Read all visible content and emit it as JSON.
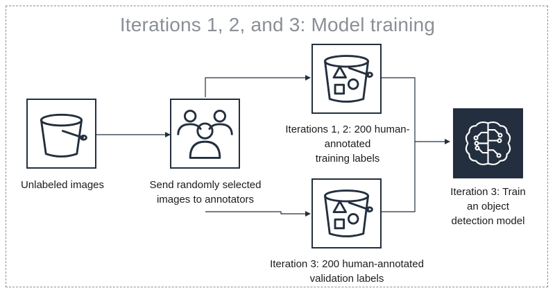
{
  "title": "Iterations 1, 2, and 3: Model training",
  "nodes": {
    "unlabeled": {
      "label": "Unlabeled images",
      "icon": "bucket-icon"
    },
    "annotators": {
      "label": "Send randomly selected\nimages to annotators",
      "icon": "users-icon"
    },
    "training": {
      "label": "Iterations 1, 2: 200 human-\nannotated\ntraining  labels",
      "icon": "bucket-shapes-icon"
    },
    "validation": {
      "label": "Iteration 3: 200 human-annotated\nvalidation labels",
      "icon": "bucket-shapes-icon"
    },
    "model": {
      "label": "Iteration 3: Train\nan object\ndetection model",
      "icon": "brain-circuit-icon"
    }
  },
  "colors": {
    "ink": "#232f3e",
    "title": "#8a8f96",
    "border": "#8c8c8c"
  }
}
